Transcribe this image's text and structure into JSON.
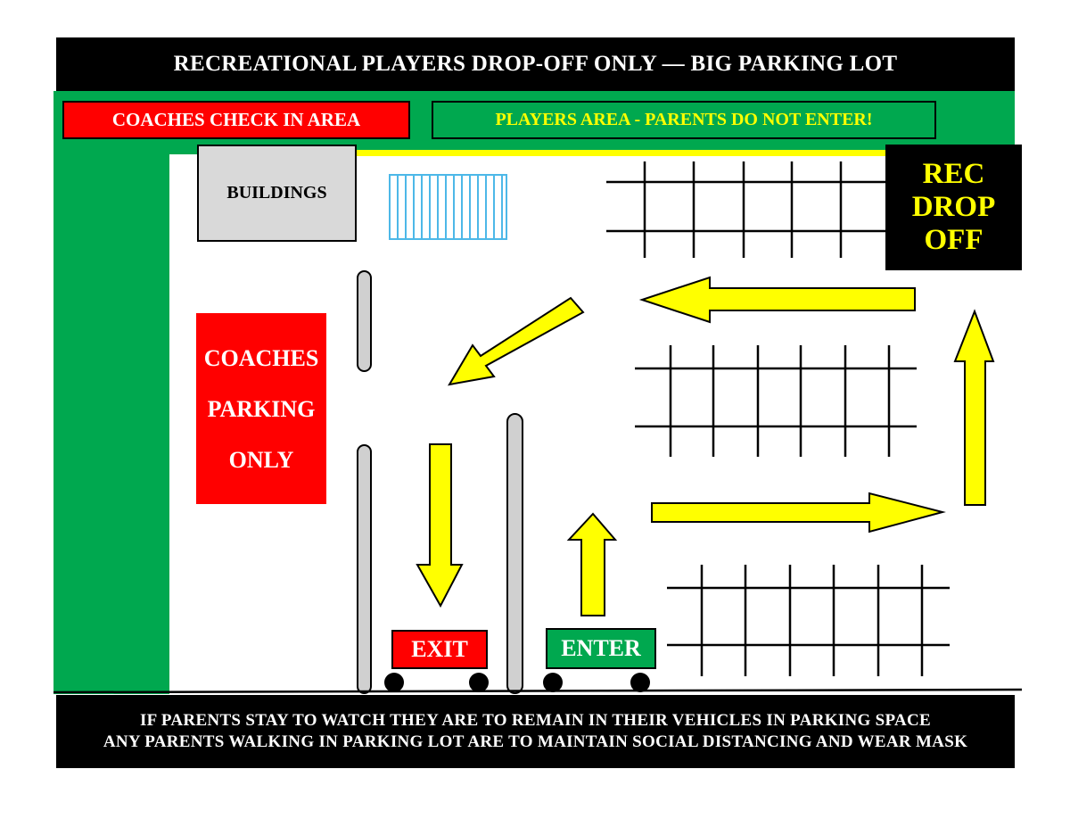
{
  "header": {
    "title": "RECREATIONAL PLAYERS DROP-OFF ONLY — BIG PARKING LOT"
  },
  "labels": {
    "coaches_check_in": "COACHES CHECK IN AREA",
    "players_area": "PLAYERS AREA  - PARENTS DO NOT ENTER!",
    "buildings": "BUILDINGS",
    "rec_drop_off": [
      "REC",
      "DROP",
      "OFF"
    ],
    "coaches_parking": [
      "COACHES",
      "PARKING",
      "ONLY"
    ],
    "exit": "EXIT",
    "enter": "ENTER"
  },
  "footer": {
    "line1": "IF PARENTS STAY TO WATCH THEY ARE TO REMAIN IN THEIR VEHICLES IN PARKING SPACE",
    "line2": "ANY PARENTS WALKING IN PARKING LOT ARE TO MAINTAIN SOCIAL DISTANCING AND WEAR MASK"
  },
  "colors": {
    "field_green": "#00a84f",
    "warning_red": "#ff0000",
    "arrow_yellow": "#ffff00",
    "banner_black": "#000000",
    "building_gray": "#d9d9d9",
    "stand_blue": "#4db8e8",
    "island_gray": "#d0d0d0"
  },
  "icons": {
    "arrows": "traffic-flow-arrow-icon",
    "bleachers": "bleachers-icon",
    "wheels": "vehicle-wheel-icon"
  }
}
